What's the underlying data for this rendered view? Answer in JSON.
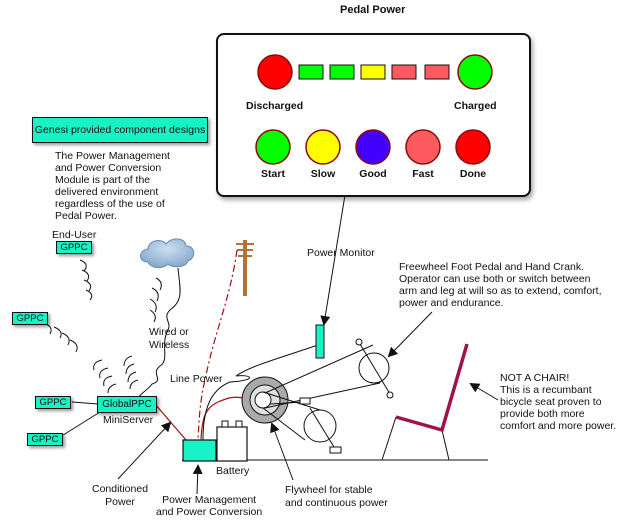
{
  "title": "Pedal Power",
  "panel": {
    "charge_bar": {
      "left_label": "Discharged",
      "right_label": "Charged",
      "left_color": "#ff0000",
      "right_color": "#00ff00",
      "segments": [
        {
          "color": "#00ff00"
        },
        {
          "color": "#00ff00"
        },
        {
          "color": "#ffff00"
        },
        {
          "color": "#ff5a5f"
        },
        {
          "color": "#ff5a5f"
        }
      ]
    },
    "states": [
      {
        "label": "Start",
        "color": "#00ff00"
      },
      {
        "label": "Slow",
        "color": "#ffff00"
      },
      {
        "label": "Good",
        "color": "#4400ff"
      },
      {
        "label": "Fast",
        "color": "#ff5a5f"
      },
      {
        "label": "Done",
        "color": "#ff0000"
      }
    ]
  },
  "legend_box": "Genesi provided component designs",
  "note_text": [
    "The Power Management",
    "and Power Conversion",
    "Module is part of the",
    "delivered environment",
    "regardless of the use of",
    "Pedal Power."
  ],
  "nodes": {
    "end_user_label": "End-User",
    "gppc": "GPPC",
    "global_ppc": "GlobalPPC",
    "miniserver": "MiniServer",
    "wired_wireless": [
      "Wired or",
      "Wireless"
    ],
    "line_power": "Line Power",
    "power_monitor": "Power Monitor",
    "battery": "Battery"
  },
  "callouts": {
    "freewheel": [
      "Freewheel Foot Pedal and Hand Crank.",
      "Operator can use both or switch between",
      "arm and leg at will so as to extend, comfort,",
      "power and endurance."
    ],
    "chair": [
      "NOT A CHAIR!",
      "This is a recumbant",
      "bicycle seat proven to",
      "provide both more",
      "comfort and more power."
    ],
    "conditioned_power": [
      "Conditioned",
      "Power"
    ],
    "pm_pc": [
      "Power Management",
      "and Power Conversion"
    ],
    "flywheel": [
      "Flywheel for stable",
      "and continuous power"
    ]
  },
  "colors": {
    "teal": "#19f2c4",
    "wire_red": "#a01010",
    "seat": "#a0104a"
  }
}
